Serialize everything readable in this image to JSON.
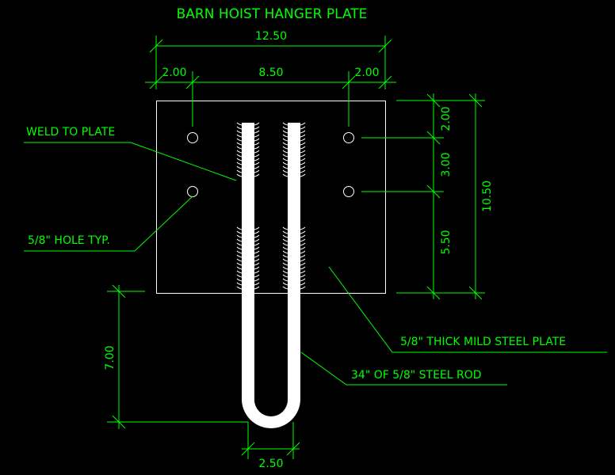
{
  "title": "BARN HOIST HANGER PLATE",
  "dimensions": {
    "overall_width": "12.50",
    "left_edge_to_hole": "2.00",
    "hole_spacing": "8.50",
    "right_edge_to_hole": "2.00",
    "top_to_hole": "2.00",
    "hole_vertical_spacing": "3.00",
    "hole_to_bottom": "5.50",
    "overall_height": "10.50",
    "rod_extension": "7.00",
    "rod_width": "2.50"
  },
  "callouts": {
    "weld": "WELD TO PLATE",
    "hole": "5/8\" HOLE TYP.",
    "plate": "5/8\" THICK MILD STEEL PLATE",
    "rod": "34\" OF 5/8\" STEEL ROD"
  },
  "colors": {
    "dimension": "#00ff00",
    "geometry": "#ffffff",
    "background": "#000000"
  }
}
